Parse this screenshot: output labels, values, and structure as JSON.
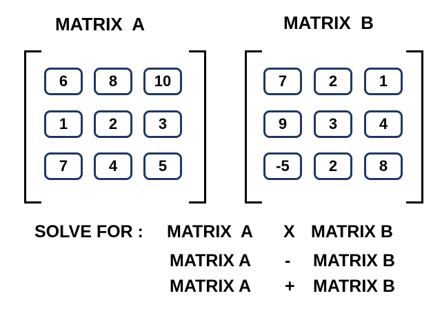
{
  "matrix_a": {
    "title": "MATRIX  A",
    "cells": [
      [
        "6",
        "8",
        "10"
      ],
      [
        "1",
        "2",
        "3"
      ],
      [
        "7",
        "4",
        "5"
      ]
    ]
  },
  "matrix_b": {
    "title": "MATRIX  B",
    "cells": [
      [
        "7",
        "2",
        "1"
      ],
      [
        "9",
        "3",
        "4"
      ],
      [
        "-5",
        "2",
        "8"
      ]
    ]
  },
  "solve": {
    "label": "SOLVE FOR :",
    "rows": [
      {
        "left": "MATRIX  A",
        "op": "X",
        "right": "MATRIX B"
      },
      {
        "left": "MATRIX A",
        "op": "-",
        "right": "MATRIX B"
      },
      {
        "left": "MATRIX A",
        "op": "+",
        "right": "MATRIX B"
      }
    ]
  },
  "colors": {
    "cell_border": "#1f3763",
    "text": "#000000"
  }
}
